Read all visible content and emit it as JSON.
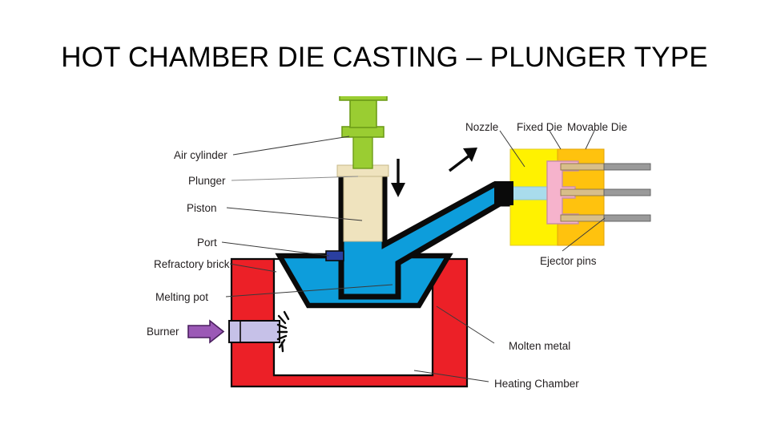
{
  "slide": {
    "title": "HOT CHAMBER DIE CASTING – PLUNGER TYPE",
    "background_color": "#FFFFFF"
  },
  "diagram": {
    "name": "hot-chamber-die-casting-plunger-type",
    "labels": {
      "air_cylinder": "Air cylinder",
      "plunger": "Plunger",
      "piston": "Piston",
      "port": "Port",
      "refractory_brick": "Refractory brick",
      "melting_pot": "Melting pot",
      "burner": "Burner",
      "nozzle": "Nozzle",
      "fixed_die": "Fixed Die",
      "movable_die": "Movable Die",
      "ejector_pins": "Ejector pins",
      "molten_metal": "Molten metal",
      "heating_chamber": "Heating Chamber"
    },
    "colors": {
      "air_cylinder_green": "#9ACD32",
      "air_cylinder_green_dark": "#7FB21F",
      "piston_tan": "#EFE3BE",
      "molten_metal_blue": "#0D9DDB",
      "refractory_red": "#EC2027",
      "burner_lavender": "#C6C1E8",
      "burner_arrow_purple": "#9B59B6",
      "fixed_die_yellow": "#FFF200",
      "movable_die_amber": "#FFC20E",
      "cavity_pink": "#F6B3CC",
      "sprue_light_blue": "#A9DCEC",
      "ejector_pin_grey": "#9A9A9A",
      "ejector_pin_tan": "#D8BE8A",
      "port_dark_blue": "#2A3FA0",
      "outline_black": "#0A0A0A",
      "leader_line": "#3A3A3A",
      "text": "#231F20"
    }
  }
}
